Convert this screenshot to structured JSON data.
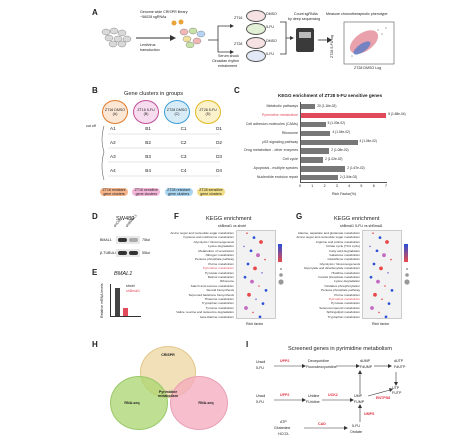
{
  "panels": {
    "a": "A",
    "b": "B",
    "c": "C",
    "d": "D",
    "e": "E",
    "f": "F",
    "g": "G",
    "h": "H",
    "i": "I"
  },
  "panelA": {
    "library_l1": "Genome wide CRISPR library",
    "library_l2": "~56028 sgRNAs",
    "lentivirus_l1": "Lentivirus",
    "lentivirus_l2": "transduction",
    "serum_l1": "Serum shock",
    "serum_l2": "Circadian rhythm",
    "serum_l3": "entrainment",
    "zt16": "ZT16",
    "zt28": "ZT28",
    "dmso": "DMSO",
    "fu": "5-FU",
    "count_l1": "Count sgRNAs",
    "count_l2": "by deep sequencing",
    "measure": "Measure chronotherapeutic phenotype",
    "scatter_ylabel": "ZT28 5-FU log",
    "scatter_xlabel": "ZT28 DMSO Log"
  },
  "panelB": {
    "title": "Gene clusters in groups",
    "circles": [
      {
        "label": "ZT16 DMSO",
        "sub": "(A)",
        "color": "#e07a2a",
        "bg": "#fce6d4"
      },
      {
        "label": "ZT16 5-FU",
        "sub": "(B)",
        "color": "#c4509a",
        "bg": "#f6dcee"
      },
      {
        "label": "ZT28 DMSO",
        "sub": "(C)",
        "color": "#3b9ed8",
        "bg": "#d8ecf8"
      },
      {
        "label": "ZT28 5-FU",
        "sub": "(D)",
        "color": "#e0b820",
        "bg": "#fbf2cc"
      }
    ],
    "cutoff": "cut off",
    "rows": [
      [
        "A1",
        "B1",
        "C1",
        "D1"
      ],
      [
        "A2",
        "B2",
        "C2",
        "D2"
      ],
      [
        "A3",
        "B3",
        "C3",
        "D3"
      ],
      [
        "A4",
        "B4",
        "C4",
        "D4"
      ]
    ],
    "clusters": [
      {
        "label": "ZT16 resistant gene clusters",
        "bg": "#f6b48a"
      },
      {
        "label": "ZT16 sensitive gene clusters",
        "bg": "#f3b5d8"
      },
      {
        "label": "ZT28 resistant gene clusters",
        "bg": "#a8d4f0"
      },
      {
        "label": "ZT28 sensitive gene clusters",
        "bg": "#f1dd86"
      }
    ]
  },
  "panelC": {
    "title": "KEGG enrichment of ZT28 5-FU sensitive genes",
    "xlabel": "Rich Factor(%)",
    "bars": [
      {
        "term": "Metabolic pathways",
        "label": "20 (1.16e-02)",
        "value": 1.16,
        "color": "#777"
      },
      {
        "term": "Pyrimidine metabolism",
        "label": "5 (1.68e-04)",
        "value": 6.94,
        "color": "#e04a5a",
        "highlight": true
      },
      {
        "term": "Cell adhesion molecules (CAMs)",
        "label": "5 (1.00e-02)",
        "value": 2.0,
        "color": "#777"
      },
      {
        "term": "Ribosome",
        "label": "4 (1.04e-02)",
        "value": 2.4,
        "color": "#777"
      },
      {
        "term": "p53 signaling pathway",
        "label": "4 (1.04e-02)",
        "value": 4.6,
        "color": "#777"
      },
      {
        "term": "Drug metabolism - other enzymes",
        "label": "2 (1.08e-02)",
        "value": 2.3,
        "color": "#777"
      },
      {
        "term": "Cell cycle",
        "label": "2 (1.02e-02)",
        "value": 1.8,
        "color": "#777"
      },
      {
        "term": "Apoptosis - multiple species",
        "label": "2 (1.67e-02)",
        "value": 3.6,
        "color": "#777"
      },
      {
        "term": "Nucleotide excision repair",
        "label": "2 (1.54e-02)",
        "value": 3.0,
        "color": "#777"
      }
    ],
    "ticks": [
      "0",
      "1",
      "2",
      "3",
      "4",
      "5",
      "6",
      "7"
    ]
  },
  "panelD": {
    "title": "SW480",
    "lanes": [
      "shCtrl",
      "shBMAL1"
    ],
    "rows": [
      "BMAL1",
      "β-TUBULIN"
    ],
    "sizes": [
      "75kd",
      "55kd"
    ]
  },
  "panelE": {
    "title": "BMAL1",
    "ylabel": "Relative mRNA levels",
    "legend": [
      "shctrl",
      "shBmal1"
    ]
  },
  "panelF": {
    "title": "KEGG enrichment",
    "subtitle": "shBmal1 vs shctrl",
    "xlabel": "Rich factor",
    "highlight_term": "Pyrimidine metabolism",
    "terms": [
      "Amino sugar and nucleotide sugar metabolism",
      "Cysteine and methionine metabolism",
      "Glycolysis / Gluconeogenesis",
      "Lysine degradation",
      "Metabolism of xenobiotics",
      "Nitrogen metabolism",
      "Pentose phosphate pathway",
      "Purine metabolism",
      "Pyrimidine metabolism",
      "Pyruvate metabolism",
      "Retinol metabolism",
      "Ribosome",
      "Starch and sucrose metabolism",
      "Steroid biosynthesis",
      "Terpenoid backbone biosynthesis",
      "Thiamine metabolism",
      "Tryptophan metabolism",
      "Tyrosine metabolism",
      "Valine, leucine and isoleucine degradation",
      "beta-Alanine metabolism"
    ]
  },
  "panelG": {
    "title": "KEGG enrichment",
    "subtitle": "shBmal1 5-FU vs shBmal1",
    "xlabel": "Rich factor",
    "highlight_term": "Pyrimidine metabolism",
    "terms": [
      "Alanine, aspartate and glutamate metabolism",
      "Amino sugar and nucleotide sugar metabolism",
      "Arginine and proline metabolism",
      "Citrate cycle (TCA cycle)",
      "Fatty acid degradation",
      "Galactose metabolism",
      "Glutathione metabolism",
      "Glycolysis / Gluconeogenesis",
      "Glyoxylate and dicarboxylate metabolism",
      "Histidine metabolism",
      "Inositol phosphate metabolism",
      "Lysine degradation",
      "Oxidative phosphorylation",
      "Pentose phosphate pathway",
      "Purine metabolism",
      "Pyrimidine metabolism",
      "Pyruvate metabolism",
      "Selenocompound metabolism",
      "Sphingolipid metabolism",
      "Tryptophan metabolism"
    ]
  },
  "panelH": {
    "crispr_title": "CRISPR",
    "crispr_text": "Top 10 KEGG pathways in ZT28 5-FU sensitive",
    "rnaseq1_title": "RNA-seq",
    "rnaseq1_text": "Top 20 KEGG pathways in shBmal1 vs shctrl",
    "rnaseq2_title": "RNA-seq",
    "rnaseq2_text": "Top 20 KEGG pathways in shBmal1 5-FU vs shBmal1",
    "center": "Pyrimidine metabolism"
  },
  "panelI": {
    "title": "Screened genes in pyrimidine metabolism",
    "nodes": {
      "uracil1": "Uracil",
      "fu1": "5-FU",
      "upp2": "UPP2",
      "dfur": "Deoxyuridine",
      "ffur": "Fluorodeoxyuridine",
      "dump": "dUMP",
      "fdump": "FdUMP",
      "dutp": "dUTP",
      "fdutp": "FdUTP",
      "utp": "UTP",
      "futp": "FUTP",
      "entpd8": "ENTPD8",
      "uracil2": "Uracil",
      "fu2": "5-FU",
      "upp2b": "UPP2",
      "uridine": "Uridine",
      "furidine": "FUridine",
      "uck2": "UCK2",
      "ump": "UMP",
      "fump": "FUMP",
      "umps": "UMPS",
      "atp": "ATP",
      "glut": "Glutamine",
      "hco3": "HCO3-",
      "cad": "CAD",
      "orotate": "Orotate",
      "fu3": "5-FU"
    }
  }
}
